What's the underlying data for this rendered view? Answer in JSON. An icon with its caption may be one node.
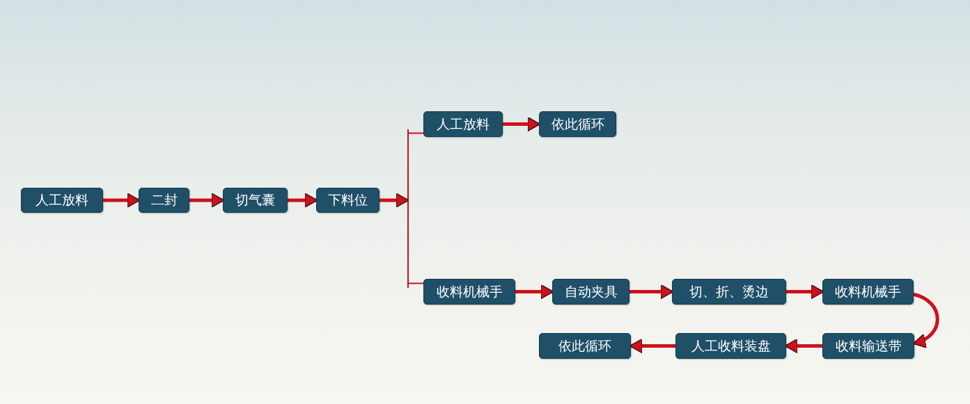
{
  "diagram": {
    "nodes": [
      {
        "text": [
          "人工放料"
        ]
      },
      {
        "text": [
          "二封"
        ]
      },
      {
        "text": [
          "切气囊"
        ]
      },
      {
        "text": [
          "下料位"
        ]
      },
      {
        "text": [
          "人工放料"
        ]
      },
      {
        "text": [
          "依此循环"
        ]
      },
      {
        "text": [
          "收料机械手"
        ]
      },
      {
        "text": [
          "自动夹具"
        ]
      },
      {
        "text": [
          "切、折、烫边"
        ]
      },
      {
        "text": [
          "收料机械手"
        ]
      },
      {
        "text": [
          "收料输送带"
        ]
      },
      {
        "text": [
          "人工收料装盘"
        ]
      },
      {
        "text": [
          "依此循环"
        ]
      },
      {
        "text": [],
        "shape": "bar"
      }
    ],
    "edges": [
      {
        "from": 0,
        "to": 1,
        "arrow": "to"
      },
      {
        "from": 1,
        "to": 2,
        "arrow": "to"
      },
      {
        "from": 2,
        "to": 3,
        "arrow": "to"
      },
      {
        "from": 3,
        "to": 13,
        "arrow": "to"
      },
      {
        "from": 13,
        "to": 4,
        "arrow": "none"
      },
      {
        "from": 13,
        "to": 6,
        "arrow": "none"
      },
      {
        "from": 4,
        "to": 5,
        "arrow": "to"
      },
      {
        "from": 6,
        "to": 7,
        "arrow": "to"
      },
      {
        "from": 7,
        "to": 8,
        "arrow": "to"
      },
      {
        "from": 8,
        "to": 9,
        "arrow": "to"
      },
      {
        "from": 9,
        "to": 10,
        "arrow": "to"
      },
      {
        "from": 10,
        "to": 11,
        "arrow": "to"
      },
      {
        "from": 11,
        "to": 12,
        "arrow": "to"
      }
    ]
  }
}
